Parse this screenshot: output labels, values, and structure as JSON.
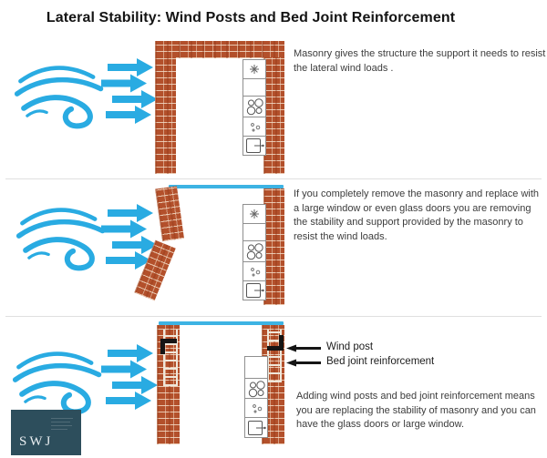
{
  "title": "Lateral Stability: Wind Posts and Bed Joint Reinforcement",
  "rows": [
    {
      "caption": "Masonry gives the structure the support it needs to resist the lateral wind loads ."
    },
    {
      "caption": "If you completely remove the masonry and replace with a large window or even glass doors you are removing the stability and support provided by the masonry to resist the wind loads."
    },
    {
      "caption": "Adding wind posts and bed joint reinforcement means you are replacing the stability of masonry and you can have the glass doors or large window.",
      "annotations": [
        {
          "label": "Wind post"
        },
        {
          "label": "Bed joint reinforcement"
        }
      ]
    }
  ],
  "logo": {
    "text": "SWJ"
  },
  "colors": {
    "wind": "#29abe2",
    "brick": "#b3502b",
    "glass": "#3db3e3",
    "logo_bg": "#2d4e5c",
    "body_text": "#3c3c3c"
  }
}
